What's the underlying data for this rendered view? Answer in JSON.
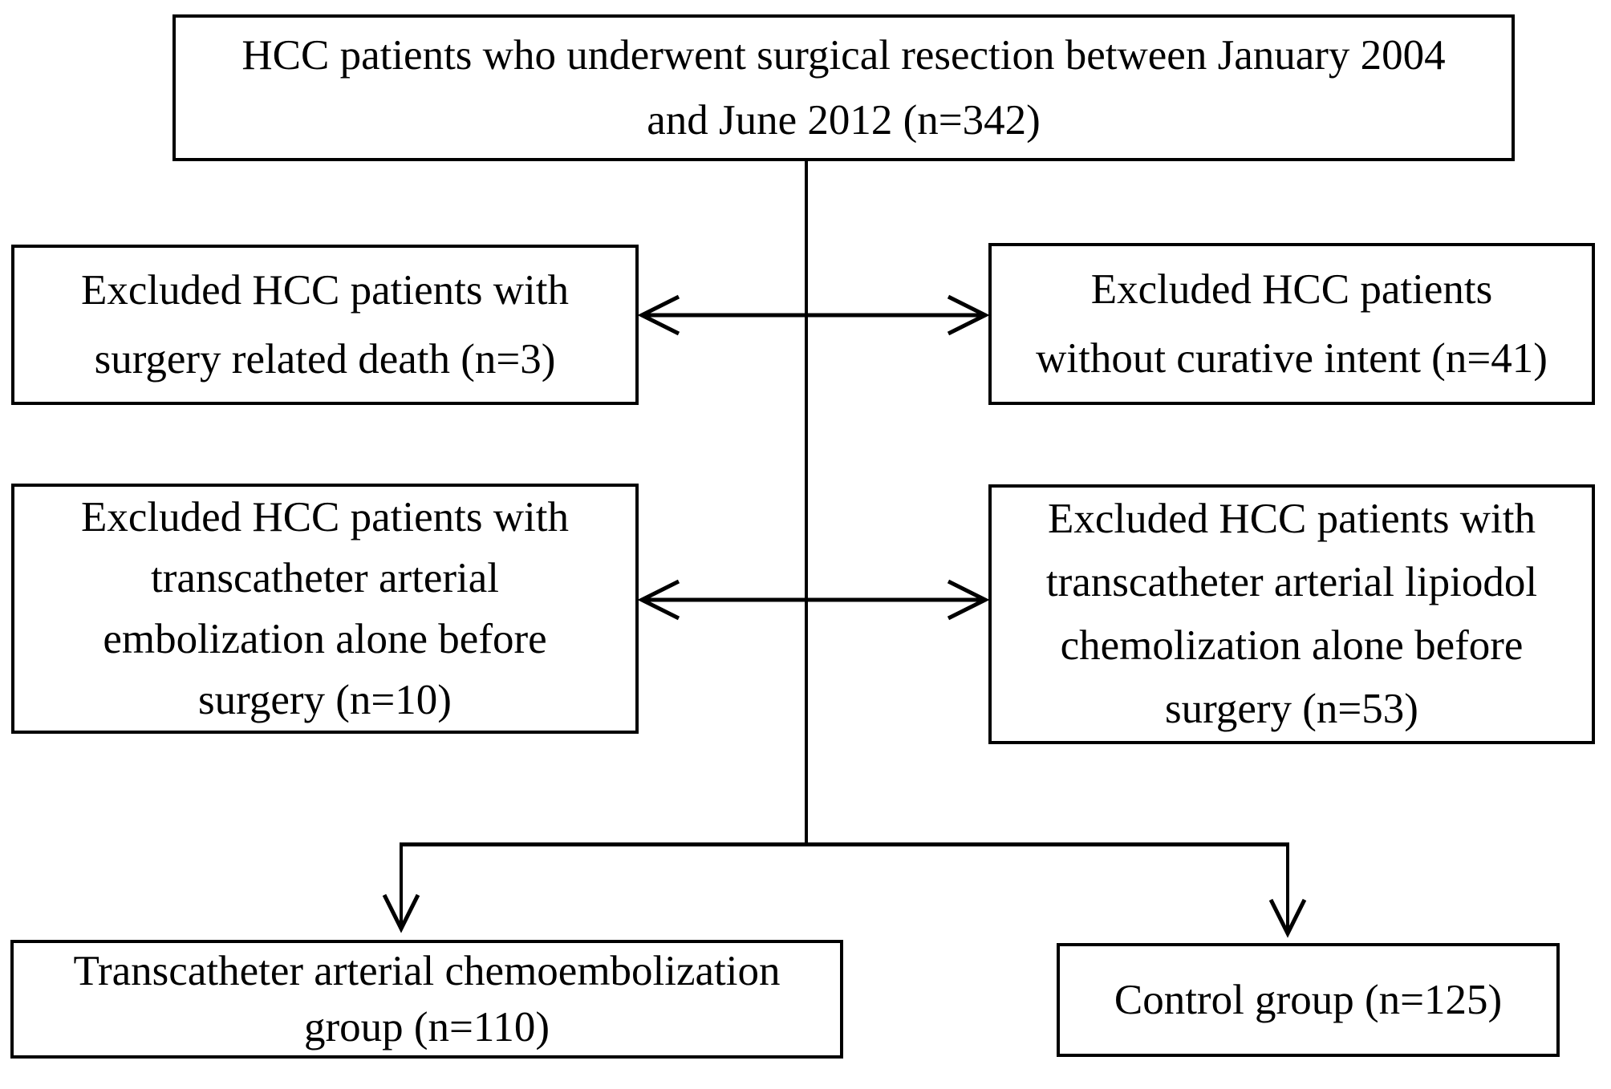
{
  "figure": {
    "type": "study-flow-diagram",
    "background_color": "#ffffff",
    "line_color": "#000000",
    "nodes": {
      "enrollment": {
        "n": 342,
        "lines": [
          "HCC patients who underwent surgical resection between January 2004",
          "and June 2012 (n=342)"
        ]
      },
      "excluded_surgery_death": {
        "n": 3,
        "lines": [
          "Excluded HCC patients with",
          "surgery related death (n=3)"
        ]
      },
      "excluded_no_curative_intent": {
        "n": 41,
        "lines": [
          "Excluded HCC patients",
          "without curative intent (n=41)"
        ]
      },
      "excluded_tae_alone": {
        "n": 10,
        "lines": [
          "Excluded HCC patients with",
          "transcatheter arterial",
          "embolization alone before",
          "surgery (n=10)"
        ]
      },
      "excluded_lipiodol_alone": {
        "n": 53,
        "lines": [
          "Excluded HCC patients with",
          "transcatheter arterial lipiodol",
          "chemolization alone before",
          "surgery (n=53)"
        ]
      },
      "tace_group": {
        "n": 110,
        "lines": [
          "Transcatheter arterial chemoembolization",
          "group (n=110)"
        ]
      },
      "control_group": {
        "n": 125,
        "lines": [
          "Control group (n=125)"
        ]
      }
    }
  }
}
